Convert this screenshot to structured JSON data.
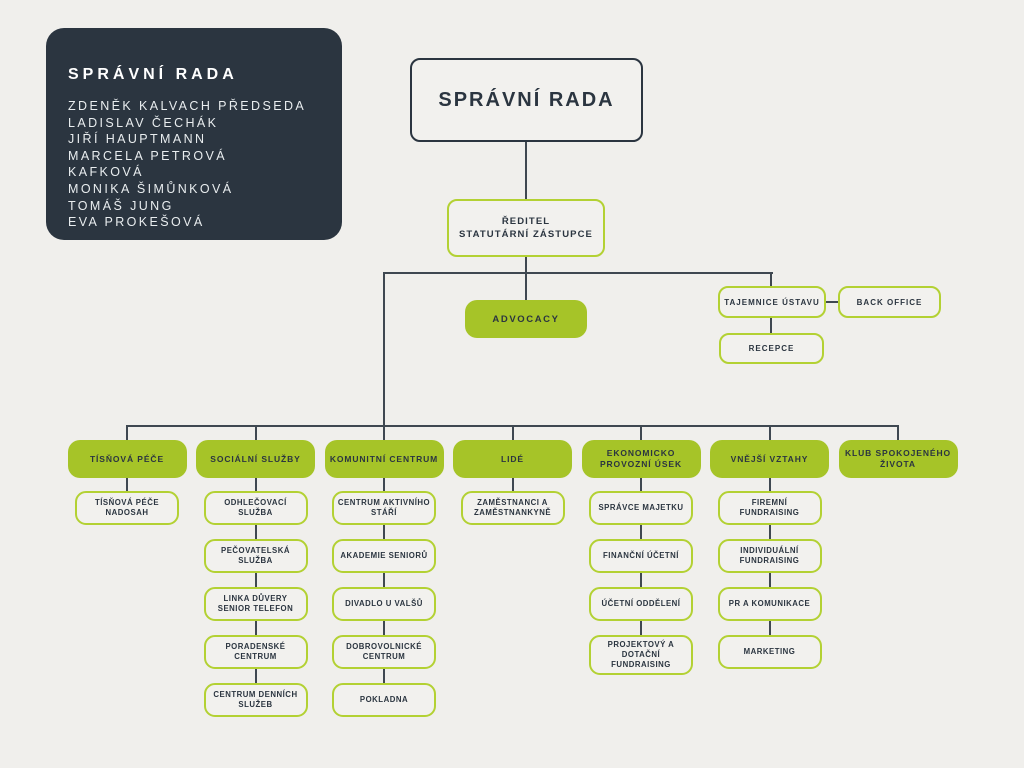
{
  "board_panel": {
    "title": "SPRÁVNÍ RADA",
    "members": [
      "ZDENĚK KALVACH PŘEDSEDA",
      "LADISLAV ČECHÁK",
      "JIŘÍ HAUPTMANN",
      "MARCELA PETROVÁ",
      "KAFKOVÁ",
      "MONIKA ŠIMŮNKOVÁ",
      "TOMÁŠ JUNG",
      "EVA PROKEŠOVÁ"
    ]
  },
  "root": {
    "label": "SPRÁVNÍ RADA"
  },
  "director": {
    "line1": "ŘEDITEL",
    "line2": "STATUTÁRNÍ ZÁSTUPCE"
  },
  "advocacy": {
    "label": "ADVOCACY"
  },
  "secretary": {
    "label": "TAJEMNICE ÚSTAVU"
  },
  "back_office": {
    "label": "BACK OFFICE"
  },
  "reception": {
    "label": "RECEPCE"
  },
  "departments": [
    {
      "label": "TÍSŇOVÁ PÉČE",
      "children": [
        "TÍSŇOVÁ PÉČE NADOSAH"
      ]
    },
    {
      "label": "SOCIÁLNÍ SLUŽBY",
      "children": [
        "ODHLEČOVACÍ SLUŽBA",
        "PEČOVATELSKÁ SLUŽBA",
        "LINKA DŮVERY SENIOR TELEFON",
        "PORADENSKÉ CENTRUM",
        "CENTRUM DENNÍCH SLUŽEB"
      ]
    },
    {
      "label": "KOMUNITNÍ CENTRUM",
      "children": [
        "CENTRUM AKTIVNÍHO STÁŘÍ",
        "AKADEMIE SENIORŮ",
        "DIVADLO U VALŠŮ",
        "DOBROVOLNICKÉ CENTRUM",
        "POKLADNA"
      ]
    },
    {
      "label": "LIDÉ",
      "children": [
        "ZAMĚSTNANCI A ZAMĚSTNANKYNĚ"
      ]
    },
    {
      "label": "EKONOMICKO PROVOZNÍ ÚSEK",
      "children": [
        "SPRÁVCE MAJETKU",
        "FINANČNÍ ÚČETNÍ",
        "ÚČETNÍ ODDĚLENÍ",
        "PROJEKTOVÝ A DOTAČNÍ FUNDRAISING"
      ]
    },
    {
      "label": "VNĚJŠÍ VZTAHY",
      "children": [
        "FIREMNÍ FUNDRAISING",
        "INDIVIDUÁLNÍ FUNDRAISING",
        "PR A KOMUNIKACE",
        "MARKETING"
      ]
    },
    {
      "label": "KLUB SPOKOJENÉHO ŽIVOTA",
      "children": []
    }
  ],
  "colors": {
    "background": "#f0efec",
    "panel_dark": "#2b3540",
    "accent_green_fill": "#a6c428",
    "accent_green_border": "#b3d133",
    "text_dark": "#2b3540",
    "connector_line": "#3f4851"
  }
}
